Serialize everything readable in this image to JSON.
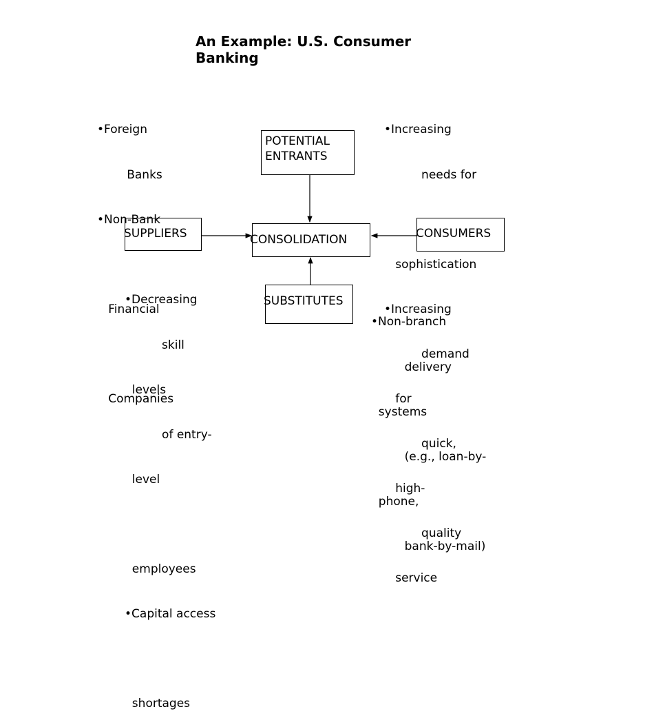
{
  "title": "An Example: U.S. Consumer Banking",
  "boxes": {
    "entrants": "POTENTIAL\nENTRANTS",
    "suppliers": "SUPPLIERS",
    "consolidation": "CONSOLIDATION",
    "consumers": "CONSUMERS",
    "substitutes": "SUBSTITUTES"
  },
  "notes": {
    "entrants": [
      "•Foreign",
      "        Banks",
      "•Non-Bank",
      "",
      "   Financial",
      "",
      "   Companies"
    ],
    "consumers": [
      "•Increasing",
      "          needs for",
      "",
      "   sophistication",
      "•Increasing",
      "          demand",
      "   for",
      "          quick,",
      "   high-",
      "          quality",
      "   service"
    ],
    "suppliers": [
      "•Decreasing",
      "          skill",
      "  levels",
      "          of entry-",
      "  level",
      "",
      "  employees",
      "•Capital access",
      "",
      "  shortages"
    ],
    "substitutes": [
      "•Non-branch",
      "         delivery",
      "  systems",
      "         (e.g., loan-by-",
      "  phone,",
      "         bank-by-mail)"
    ]
  }
}
